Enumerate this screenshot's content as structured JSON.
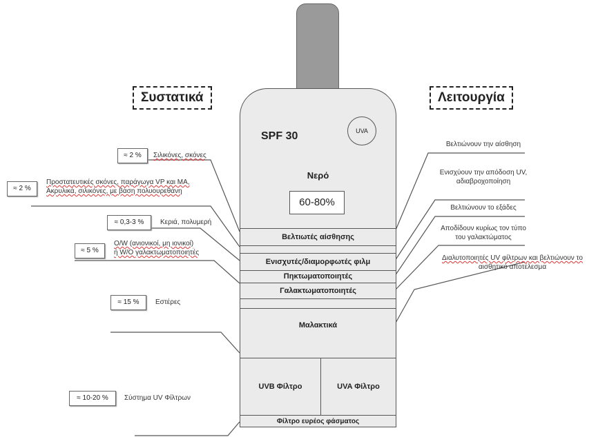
{
  "headings": {
    "ingredients": "Συστατικά",
    "function": "Λειτουργία"
  },
  "bottle": {
    "spf": "SPF 30",
    "uva_badge": "UVA",
    "water": "Νερό",
    "water_percent": "60-80%",
    "bands": [
      "Βελτιωτές αίσθησης",
      "Ενισχυτές/διαμορφωτές φιλμ",
      "Πηκτωματοποιητές",
      "Γαλακτωματοποιητές",
      "Μαλακτικά"
    ],
    "uvb_filter": "UVB Φίλτρο",
    "uva_filter": "UVA Φίλτρο",
    "broad_spectrum": "Φίλτρο ευρέος φάσματος"
  },
  "left_labels": [
    {
      "badge": "≈ 2 %",
      "text": "Σιλικόνες, σκόνες"
    },
    {
      "badge": "≈ 2 %",
      "text_line1": "Προστατευτικές σκόνες, παράγωγα VP και MA,",
      "text_line2": "Ακρυλικά, σιλικόνες, με βάση πολυουρεθάνη"
    },
    {
      "badge": "≈ 0,3-3 %",
      "text": "Κεριά, πολυμερή"
    },
    {
      "badge": "≈ 5 %",
      "text_line1": "O/W (ανιονικοί, μη ιονικοί)",
      "text_line2": "ή W/O γαλακτωματοποιητές"
    },
    {
      "badge": "≈ 15 %",
      "text": "Εστέρες"
    },
    {
      "badge": "≈ 10-20 %",
      "text": "Σύστημα UV Φίλτρων"
    }
  ],
  "right_labels": [
    {
      "text": "Βελτιώνουν την αίσθηση"
    },
    {
      "text_line1": "Ενισχύουν την απόδοση UV,",
      "text_line2": "αδιαβροχοποίηση"
    },
    {
      "text": "Βελτιώνουν το εξάδες"
    },
    {
      "text_line1": "Αποδίδουν κυρίως τον τύπο",
      "text_line2": "του γαλακτώματος"
    },
    {
      "text_line1": "Διαλυτοποιητές UV φίλτρων και βελτιώνουν το",
      "text_line2": "αισθητικό αποτέλεσμα"
    }
  ]
}
